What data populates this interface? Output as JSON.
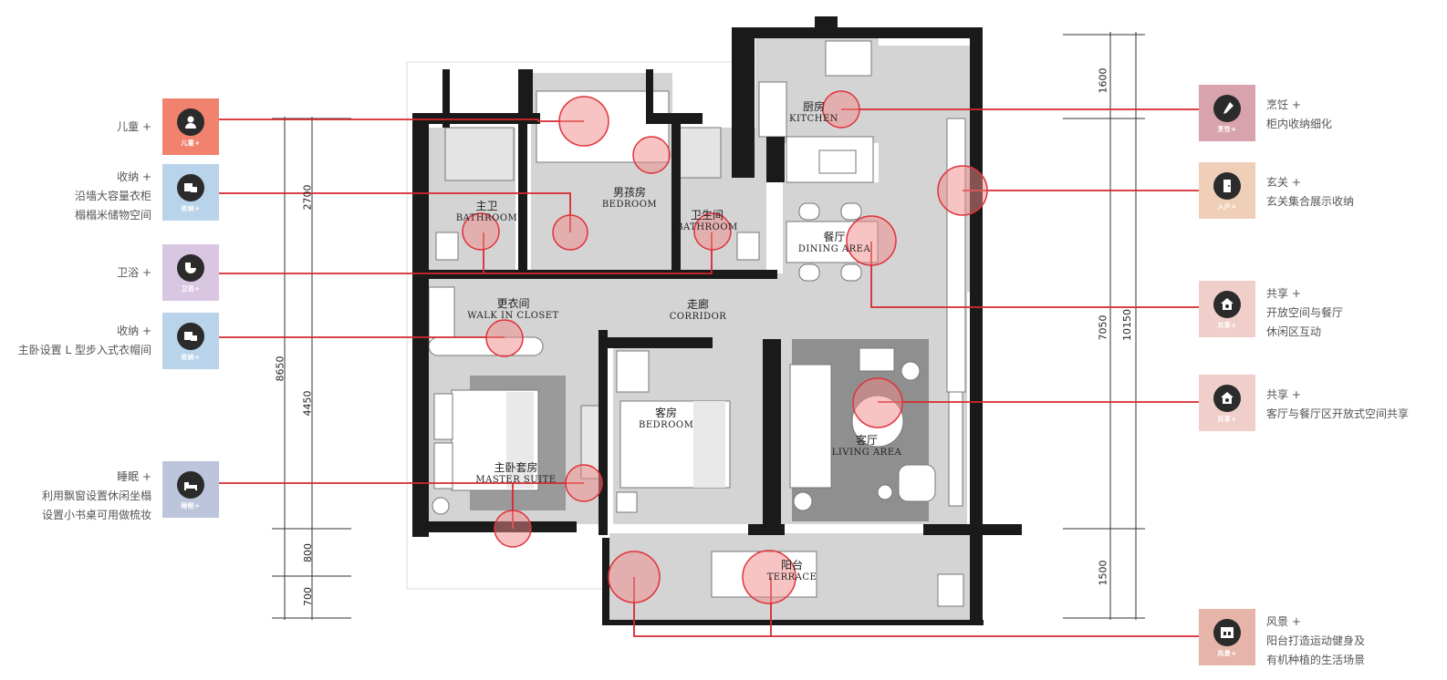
{
  "rooms": {
    "kitchen": {
      "cn": "厨房",
      "en": "KITCHEN"
    },
    "bath1": {
      "cn": "主卫",
      "en": "BATHROOM"
    },
    "bedroom_boy": {
      "cn": "男孩房",
      "en": "BEDROOM"
    },
    "bath2": {
      "cn": "卫生间",
      "en": "BATHROOM"
    },
    "dining": {
      "cn": "餐厅",
      "en": "DINING AREA"
    },
    "closet": {
      "cn": "更衣间",
      "en": "WALK IN CLOSET"
    },
    "corridor": {
      "cn": "走廊",
      "en": "CORRIDOR"
    },
    "guest": {
      "cn": "客房",
      "en": "BEDROOM"
    },
    "living": {
      "cn": "客厅",
      "en": "LIVING AREA"
    },
    "master": {
      "cn": "主卧套房",
      "en": "MASTER SUITE"
    },
    "terrace": {
      "cn": "阳台",
      "en": "TERRACE"
    }
  },
  "left_tags": [
    {
      "label": "儿童+",
      "icon": "child-icon",
      "color": "#f0826e",
      "lines": [
        "儿童 +"
      ]
    },
    {
      "label": "收纳+",
      "icon": "storage-icon",
      "color": "#b8d3ea",
      "lines": [
        "收纳 +",
        "沿墙大容量衣柜",
        "榻榻米储物空间"
      ]
    },
    {
      "label": "卫浴+",
      "icon": "toilet-icon",
      "color": "#d9c6e3",
      "lines": [
        "卫浴 +"
      ]
    },
    {
      "label": "收纳+",
      "icon": "storage-icon",
      "color": "#b8d3ea",
      "lines": [
        "收纳 +",
        "主卧设置 L 型步入式衣帽间"
      ]
    },
    {
      "label": "睡眠+",
      "icon": "bed-icon",
      "color": "#bcc5dc",
      "lines": [
        "睡眠 +",
        "利用飘窗设置休闲坐榻",
        "设置小书桌可用做梳妆"
      ]
    }
  ],
  "right_tags": [
    {
      "label": "烹饪+",
      "icon": "cooking-icon",
      "color": "#d8a3ad",
      "lines": [
        "烹饪 +",
        "柜内收纳细化"
      ]
    },
    {
      "label": "入户+",
      "icon": "door-icon",
      "color": "#efcfb7",
      "lines": [
        "玄关 +",
        "玄关集合展示收纳"
      ]
    },
    {
      "label": "共享+",
      "icon": "home-share-icon",
      "color": "#f0cfca",
      "lines": [
        "共享 +",
        "开放空间与餐厅",
        "休闲区互动"
      ]
    },
    {
      "label": "共享+",
      "icon": "home-share-icon",
      "color": "#f0cfca",
      "lines": [
        "共享 +",
        "客厅与餐厅区开放式空间共享"
      ]
    },
    {
      "label": "风景+",
      "icon": "scenery-icon",
      "color": "#e6b4a8",
      "lines": [
        "风景 +",
        "阳台打造运动健身及",
        "有机种植的生活场景"
      ]
    }
  ],
  "dimensions": {
    "left_outer": "8650",
    "left_top": "2700",
    "left_mid": "4450",
    "left_b1": "800",
    "left_b2": "700",
    "right_top": "1600",
    "right_mid": "7050",
    "right_outer": "10150",
    "right_bottom": "1500"
  },
  "colors": {
    "leader": "#d6282e",
    "wall": "#1a1a1a",
    "floor": "#d2d2d2",
    "marker": "#f08a88"
  }
}
